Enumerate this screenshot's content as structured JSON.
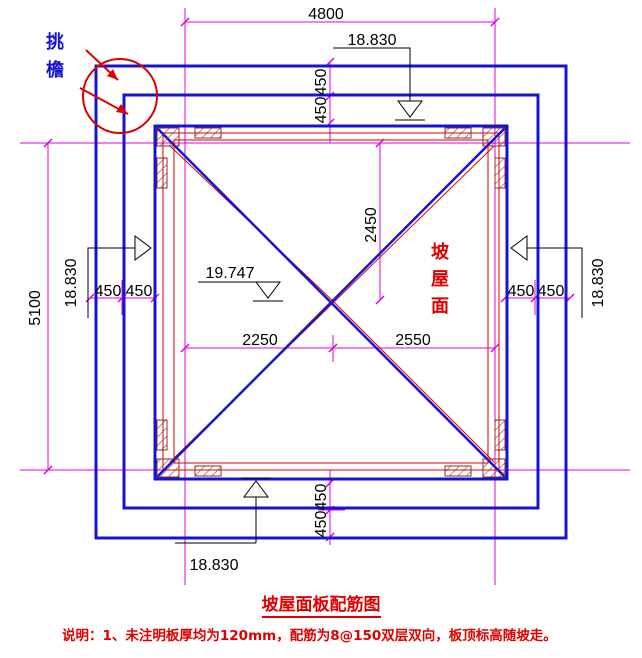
{
  "drawing": {
    "dims": {
      "top_width": "4800",
      "left_height": "5100",
      "x_left_span": "2250",
      "x_right_span": "2550",
      "y_upper_span": "2450",
      "overhang_top_a": "450",
      "overhang_top_b": "450",
      "overhang_bottom_a": "450",
      "overhang_bottom_b": "450",
      "overhang_left_a": "450",
      "overhang_left_b": "450",
      "overhang_right_a": "450",
      "overhang_right_b": "450"
    },
    "elevations": {
      "top": "18.830",
      "bottom": "18.830",
      "left": "18.830",
      "right": "18.830",
      "center": "19.747"
    },
    "labels": {
      "eave_1": "挑",
      "eave_2": "檐",
      "roof_1": "坡",
      "roof_2": "屋",
      "roof_3": "面"
    }
  },
  "title": "坡屋面板配筋图",
  "note": "说明：1、未注明板厚均为120mm，配筋为8@150双层双向，板顶标高随坡走。",
  "colors": {
    "blue": "#1414d2",
    "red": "#e00000",
    "magenta": "#e000e0",
    "black": "#000000"
  }
}
